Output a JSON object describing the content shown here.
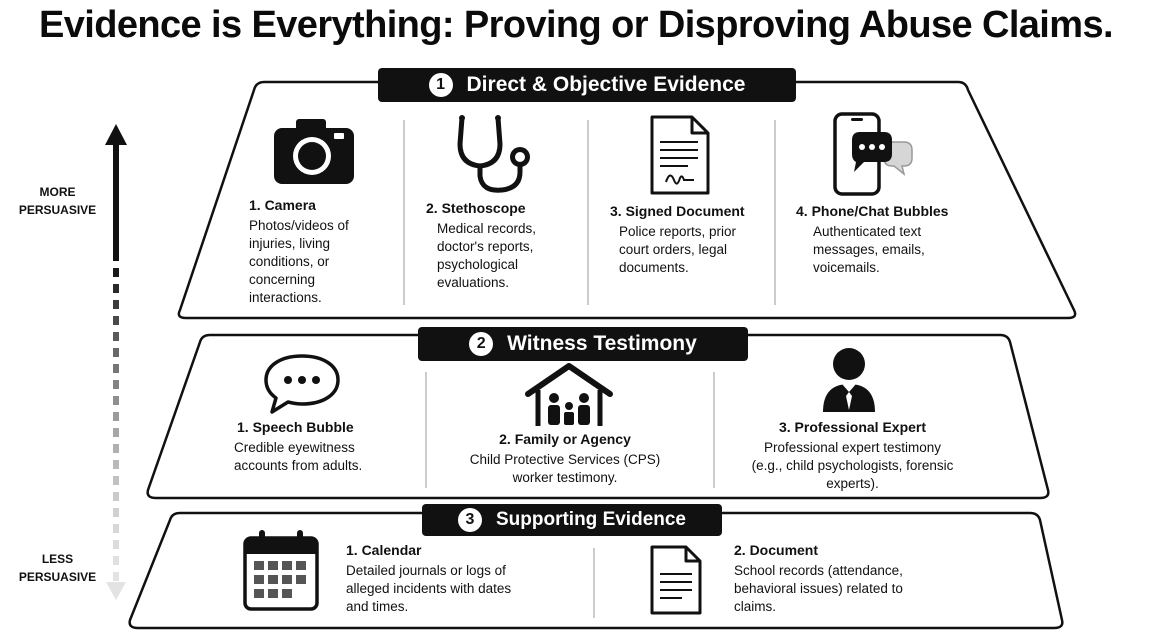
{
  "title": "Evidence is Everything: Proving or Disproving Abuse Claims.",
  "scale": {
    "top_label": "MORE\nPERSUASIVE",
    "bottom_label": "LESS\nPERSUASIVE"
  },
  "tiers": [
    {
      "number": "1",
      "label": "Direct & Objective Evidence",
      "items": [
        {
          "icon": "camera-icon",
          "name": "1. Camera",
          "desc": "Photos/videos of injuries, living conditions, or concerning interactions."
        },
        {
          "icon": "stethoscope-icon",
          "name": "2. Stethoscope",
          "desc": "Medical records, doctor's reports, psychological evaluations."
        },
        {
          "icon": "signed-document-icon",
          "name": "3. Signed Document",
          "desc": "Police reports, prior court orders, legal documents."
        },
        {
          "icon": "phone-chat-icon",
          "name": "4. Phone/Chat Bubbles",
          "desc": "Authenticated text messages, emails, voicemails."
        }
      ]
    },
    {
      "number": "2",
      "label": "Witness Testimony",
      "items": [
        {
          "icon": "speech-bubble-icon",
          "name": "1. Speech Bubble",
          "desc": "Credible eyewitness accounts from adults."
        },
        {
          "icon": "family-house-icon",
          "name": "2. Family or Agency",
          "desc": "Child Protective Services (CPS) worker testimony."
        },
        {
          "icon": "professional-expert-icon",
          "name": "3. Professional Expert",
          "desc": "Professional expert testimony (e.g., child psychologists, forensic experts)."
        }
      ]
    },
    {
      "number": "3",
      "label": "Supporting Evidence",
      "items": [
        {
          "icon": "calendar-icon",
          "name": "1. Calendar",
          "desc": "Detailed journals or logs of alleged incidents with dates and times."
        },
        {
          "icon": "document-icon",
          "name": "2. Document",
          "desc": "School records (attendance, behavioral issues) related to claims."
        }
      ]
    }
  ]
}
